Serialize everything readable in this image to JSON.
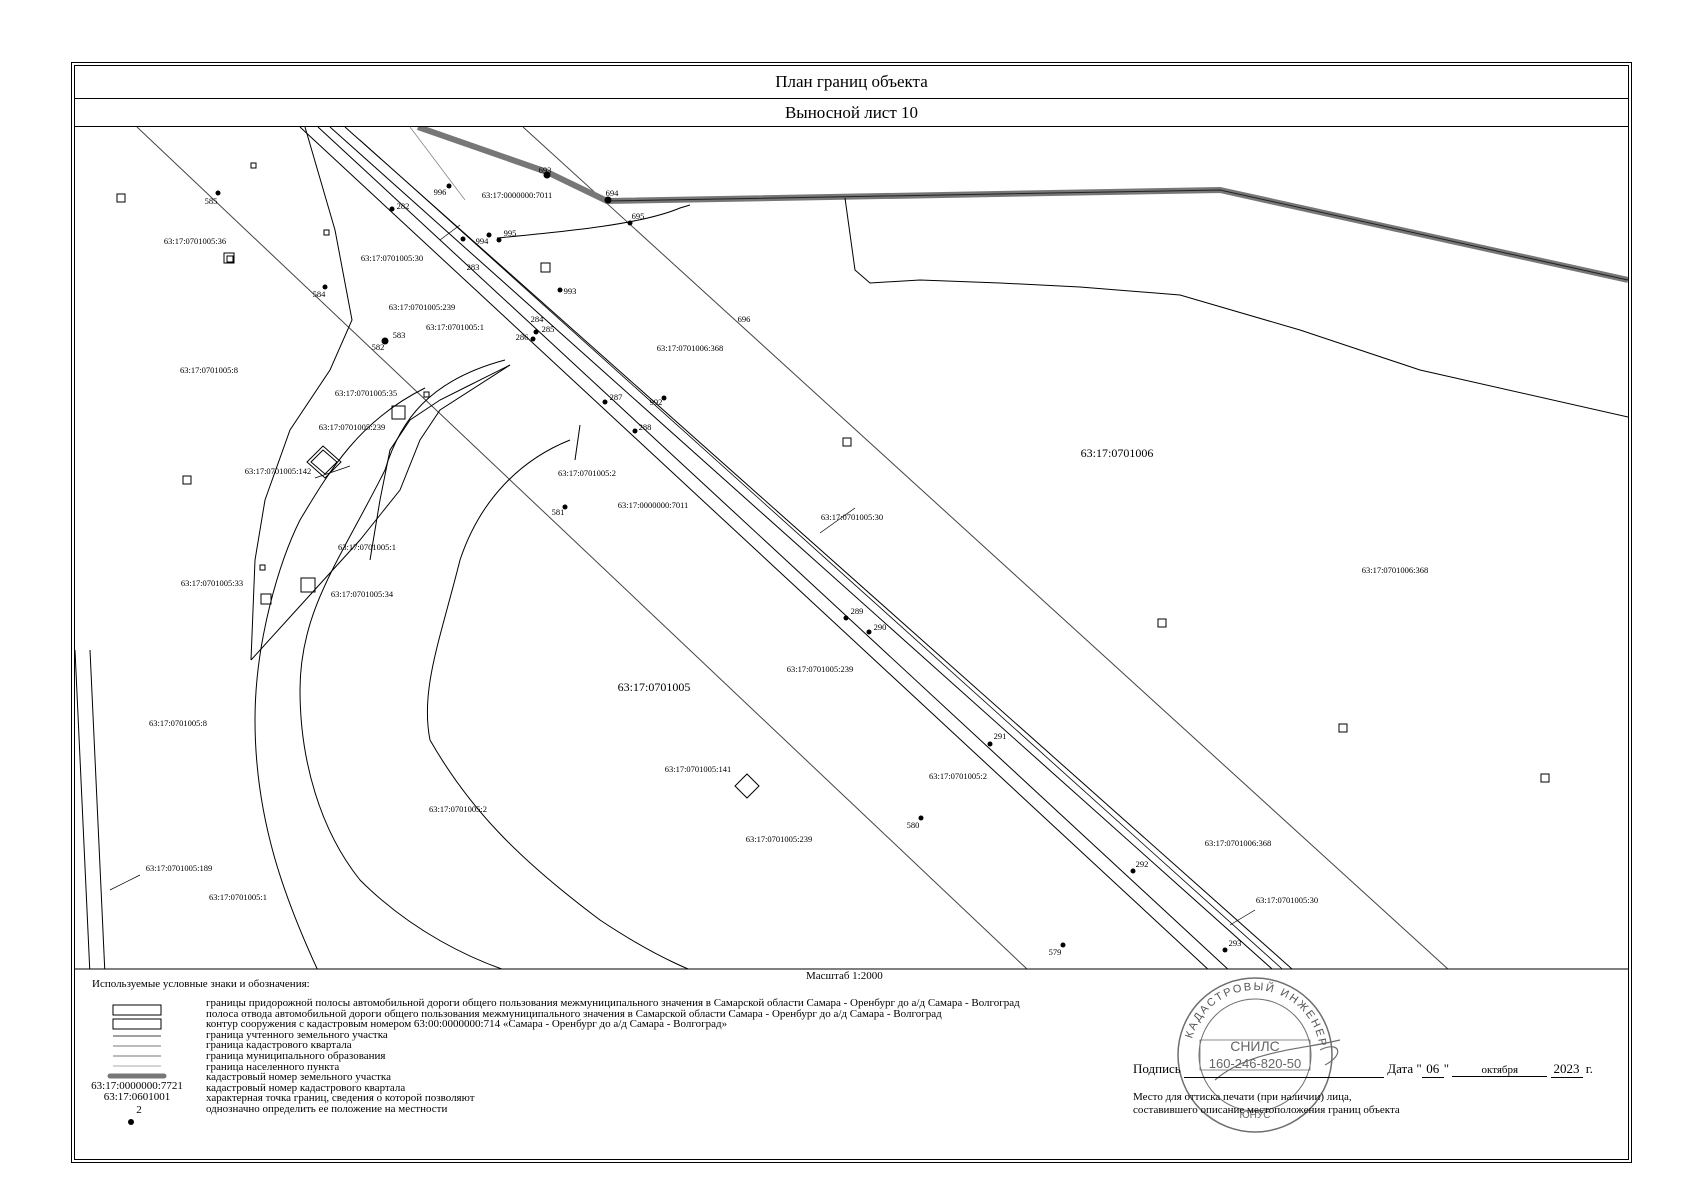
{
  "header": {
    "title": "План границ объекта",
    "sheet": "Выносной лист 10"
  },
  "map": {
    "scale_label": "Масштаб 1:2000",
    "point_labels": [
      "693",
      "694",
      "695",
      "696",
      "995",
      "994",
      "996",
      "282",
      "283",
      "284",
      "285",
      "286",
      "287",
      "288",
      "992",
      "993",
      "585",
      "584",
      "583",
      "582",
      "581",
      "580",
      "579",
      "289",
      "290",
      "291",
      "292",
      "293"
    ],
    "parcel_labels": [
      "63:17:0000000:7011",
      "63:17:0701005:36",
      "63:17:0701005:30",
      "63:17:0701005:239",
      "63:17:0701005:1",
      "63:17:0701006:368",
      "63:17:0701005:8",
      "63:17:0701005:35",
      "63:17:0701005:239",
      "63:17:0701005:142",
      "63:17:0701005:2",
      "63:17:0000000:7011",
      "63:17:0701006",
      "63:17:0701005:30",
      "63:17:0701006:368",
      "63:17:0701005:1",
      "63:17:0701005:33",
      "63:17:0701005:34",
      "63:17:0701005",
      "63:17:0701005:239",
      "63:17:0701005:8",
      "63:17:0701005:141",
      "63:17:0701005:2",
      "63:17:0701005:2",
      "63:17:0701005:239",
      "63:17:0701006:368",
      "63:17:0701005:189",
      "63:17:0701005:1",
      "63:17:0701005:30"
    ]
  },
  "legend": {
    "heading": "Используемые условные знаки и обозначения:",
    "items": [
      "границы придорожной полосы автомобильной дороги общего пользования межмуниципального значения в Самарской области Самара - Оренбург до а/д Самара - Волгоград",
      "полоса отвода автомобильной дороги общего пользования межмуниципального значения в Самарской области Самара - Оренбург до а/д Самара - Волгоград",
      "контур сооружения с кадастровым номером 63:00:0000000:714 «Самара - Оренбург до а/д Самара - Волгоград»",
      "граница учтенного земельного участка",
      "граница кадастрового квартала",
      "граница муниципального образования",
      "граница населенного пункта",
      "кадастровый номер земельного участка",
      "кадастровый номер кадастрового квартала",
      "характерная точка границ, сведения о которой позволяют",
      "однозначно определить ее положение на местности"
    ],
    "sample_parcel_number": "63:17:0000000:7721",
    "sample_quarter_number": "63:17:0601001",
    "sample_point_number": "2"
  },
  "signature": {
    "label": "Подпись",
    "date_label": "Дата",
    "day": "06",
    "month": "октября",
    "year": "2023",
    "year_suffix": "г.",
    "seal_note_line1": "Место для оттиска печати (при наличии) лица,",
    "seal_note_line2": "составившего описание местоположения границ объекта"
  },
  "stamp": {
    "arc_text": "КАДАСТРОВЫЙ ИНЖЕНЕР",
    "center_title": "СНИЛС",
    "center_number": "160-246-820-50",
    "bottom_text": "ЮНУС"
  }
}
